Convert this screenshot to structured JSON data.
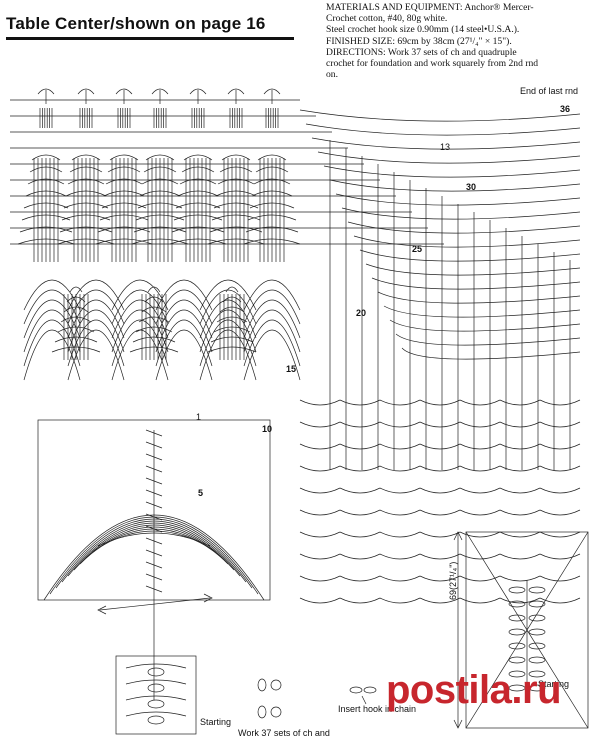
{
  "header": {
    "title": "Table Center/shown on page 16"
  },
  "materials": {
    "line1": "MATERIALS AND EQUIPMENT: Anchor® Mercer-",
    "line2": "Crochet cotton, #40, 80g white.",
    "line3": "Steel crochet hook size 0.90mm (14 steel•U.S.A.).",
    "line4": "FINISHED SIZE: 69cm by 38cm (27¹/₄\" × 15\").",
    "line5": "DIRECTIONS: Work 37 sets of ch and quadruple",
    "line6": "crochet for foundation and work squarely from 2nd rnd",
    "line7": "on."
  },
  "chart_labels": {
    "end_of_last_rnd": "End of last rnd",
    "insert_hook": "Insert hook in chain",
    "starting_left": "Starting",
    "starting_right": "Starting",
    "work_sets": "Work 37 sets of ch and",
    "dimension": "69(27¹/₄\")"
  },
  "round_numbers": [
    "36",
    "30",
    "25",
    "20",
    "15",
    "13",
    "10",
    "5",
    "1"
  ],
  "watermark": {
    "text": "postila.ru"
  }
}
